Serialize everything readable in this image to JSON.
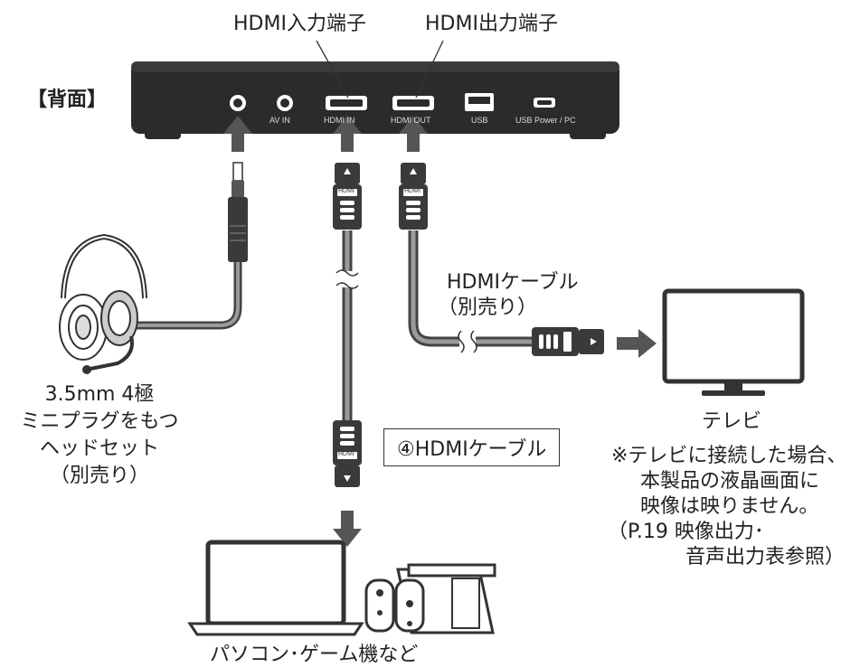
{
  "labels": {
    "hdmi_in_terminal": "HDMI入力端子",
    "hdmi_out_terminal": "HDMI出力端子",
    "rear": "【背面】",
    "hdmi_cable_sold_separately": [
      "HDMIケーブル",
      "（別売り）"
    ],
    "headset": [
      "3.5mm 4極",
      "ミニプラグをもつ",
      "ヘッドセット",
      "（別売り）"
    ],
    "hdmi_cable_4": "④HDMIケーブル",
    "tv": "テレビ",
    "note": [
      "※テレビに接続した場合、",
      "本製品の液晶画面に",
      "映像は映りません。",
      "（P.19 映像出力･",
      "音声出力表参照）"
    ],
    "devices": "パソコン･ゲーム機など"
  },
  "ports": {
    "av_in": "AV IN",
    "hdmi_in": "HDMI IN",
    "hdmi_out": "HDMI OUT",
    "usb": "USB",
    "usb_power_pc": "USB Power / PC"
  },
  "connector_text": "HDMI",
  "colors": {
    "device_body": "#2b2b2b",
    "arrow": "#555555",
    "cable": "#444444",
    "cable_core": "#9a9a9a",
    "connector": "#3a3a3a"
  }
}
